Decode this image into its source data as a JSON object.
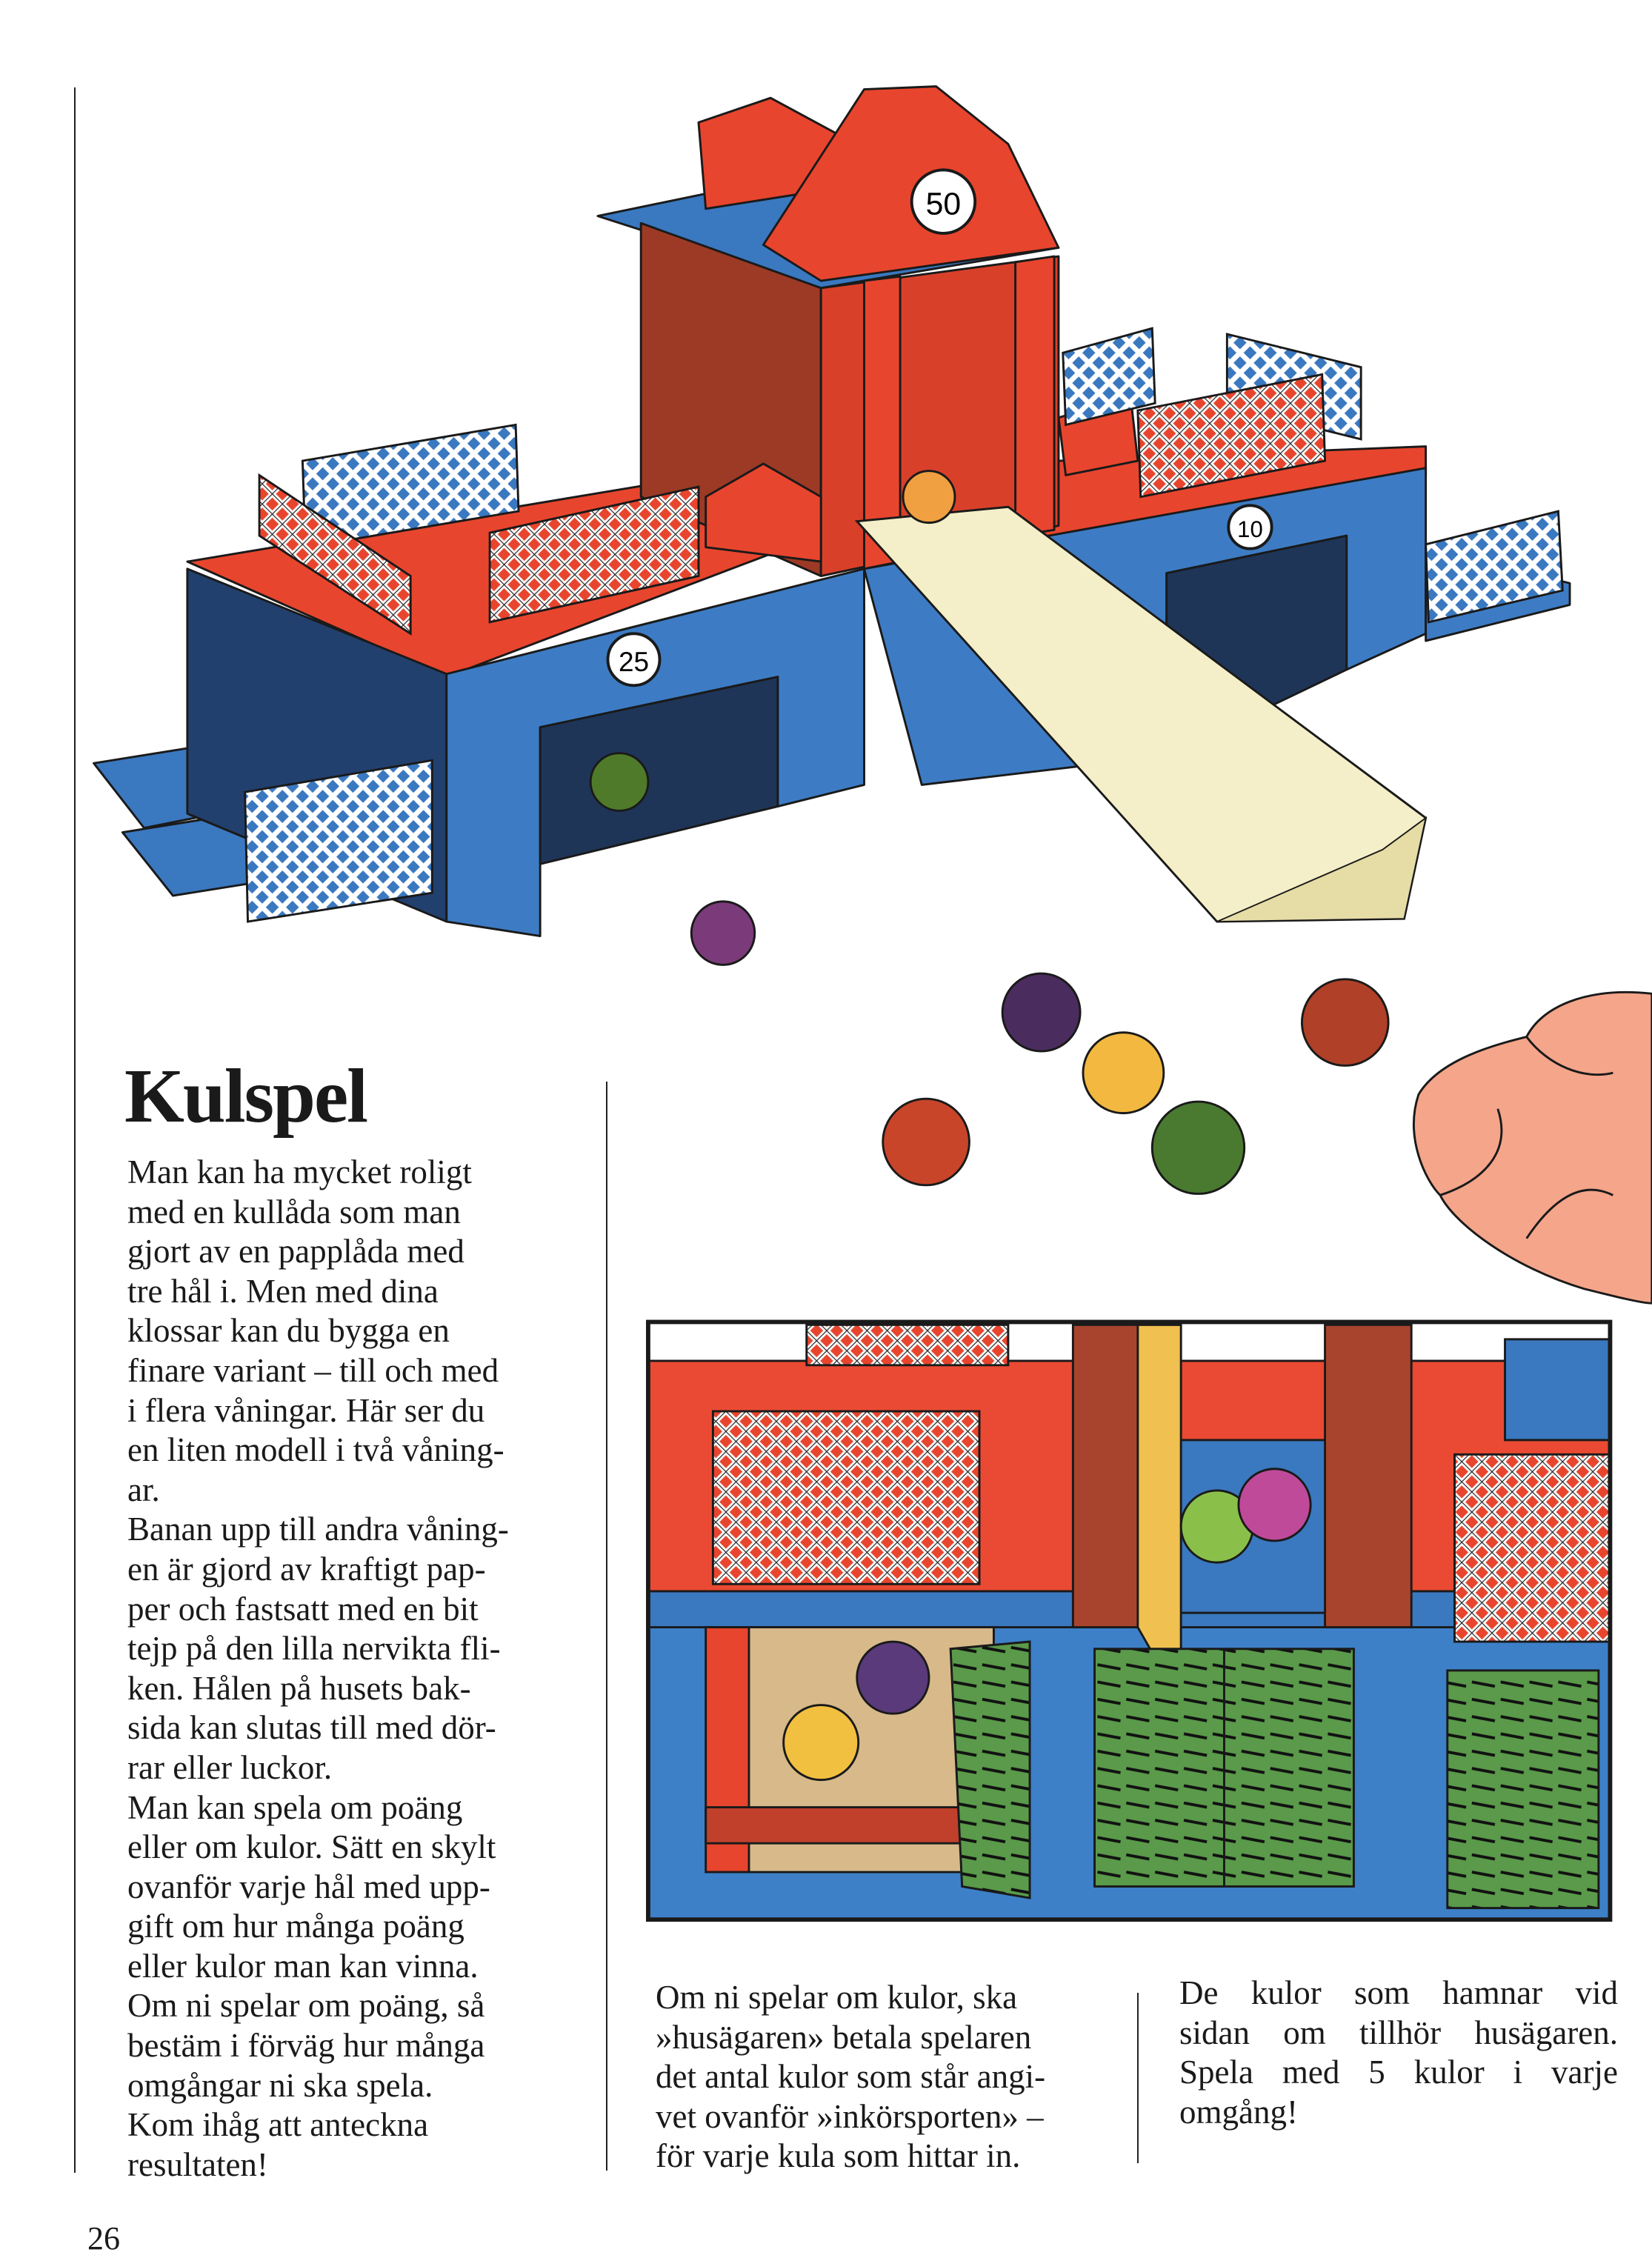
{
  "page": {
    "title": "Kulspel",
    "page_number": "26",
    "column_left": [
      "Man kan ha mycket roligt",
      "med en kullåda som man",
      "gjort av en papplåda med",
      "tre hål i. Men med dina",
      "klossar kan du bygga en",
      "finare variant – till och med",
      "i flera våningar. Här ser du",
      "en liten modell i två våning-",
      "ar.",
      "Banan upp till andra våning-",
      "en är gjord av kraftigt pap-",
      "per och fastsatt med en bit",
      "tejp på den lilla nervikta fli-",
      "ken. Hålen på husets bak-",
      "sida kan slutas till med dör-",
      "rar eller luckor.",
      "Man kan spela om poäng",
      "eller om kulor. Sätt en skylt",
      "ovanför varje hål med upp-",
      "gift om hur många poäng",
      "eller kulor man kan vinna.",
      "Om ni spelar om poäng, så",
      "bestäm i förväg hur många",
      "omgångar ni ska spela.",
      "Kom ihåg att anteckna",
      "resultaten!"
    ],
    "column_middle": [
      "Om ni spelar om kulor, ska",
      "»husägaren» betala spelaren",
      "det antal kulor som står angi-",
      "vet ovanför »inkörsporten» –",
      "för varje kula som hittar in."
    ],
    "column_right": [
      "De kulor som hamnar vid",
      "sidan om tillhör husägaren.",
      "Spela med 5 kulor i varje",
      "omgång!"
    ]
  },
  "illustration": {
    "score_labels": [
      "50",
      "25",
      "10"
    ]
  },
  "colors": {
    "red": "#e8452e",
    "blue": "#3a78c0",
    "navy": "#22406e",
    "green": "#5a9a4a",
    "skin": "#f4a58a",
    "cream": "#f4efc8"
  }
}
